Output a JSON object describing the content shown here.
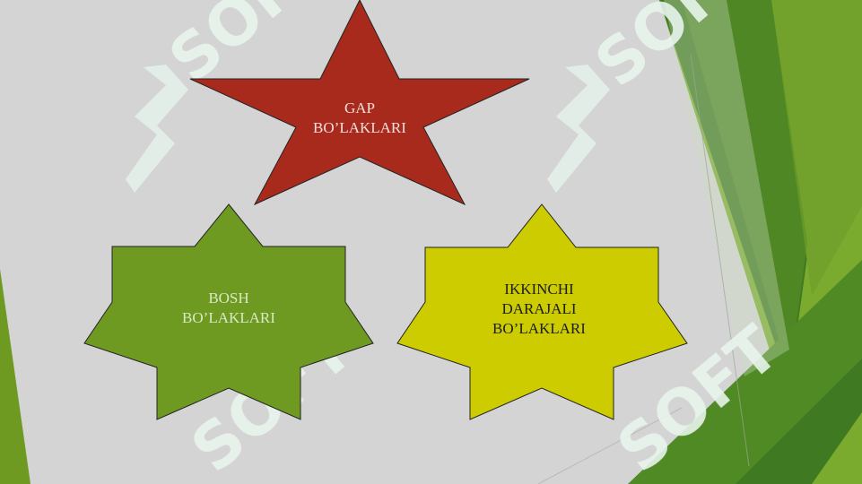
{
  "stars": {
    "gap": {
      "line1": "GAP",
      "line2": "BO’LAKLARI",
      "fill": "#a82a1c"
    },
    "bosh": {
      "line1": "BOSH",
      "line2": "BO’LAKLARI",
      "fill": "#6e9a22"
    },
    "ikkinchi": {
      "line1": "IKKINCHI",
      "line2": "DARAJALI",
      "line3": "BO’LAKLARI",
      "fill": "#cccc00"
    }
  },
  "watermark": {
    "text": "SOFT"
  },
  "colors": {
    "background": "#d4d4d4",
    "accent_dark": "#3e7a1f",
    "accent_light": "#7aab2e"
  }
}
